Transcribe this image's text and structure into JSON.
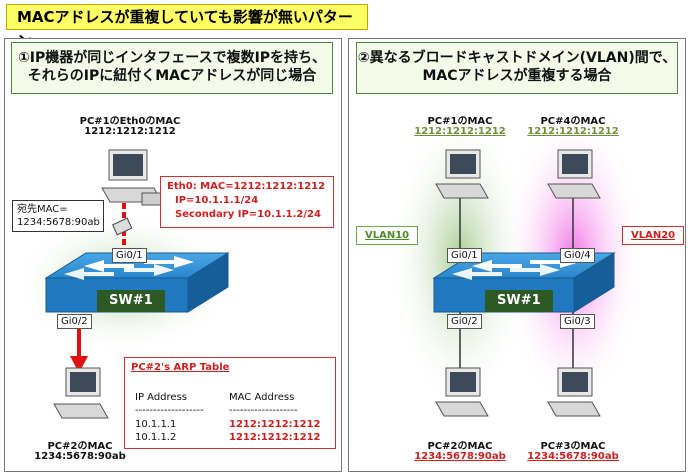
{
  "title": "MACアドレスが重複していても影響が無いパターン",
  "left": {
    "header_line1": "①IP機器が同じインタフェースで複数IPを持ち、",
    "header_line2": "それらのIPに紐付くMACアドレスが同じ場合",
    "pc1_label": "PC#1のEth0のMAC",
    "pc1_mac": "1212:1212:1212",
    "eth0_lines": [
      "Eth0: MAC=1212:1212:1212",
      "IP=10.1.1.1/24",
      "Secondary IP=10.1.1.2/24"
    ],
    "dest_mac_label": "宛先MAC=",
    "dest_mac_value": "1234:5678:90ab",
    "switch_label": "SW#1",
    "port_top": "Gi0/1",
    "port_left": "Gi0/2",
    "arp": {
      "title": "PC#2's ARP Table",
      "col_ip": "IP Address",
      "col_mac": "MAC Address",
      "sep_ip": "-------------------",
      "sep_mac": "-------------------",
      "rows": [
        {
          "ip": "10.1.1.1",
          "mac": "1212:1212:1212"
        },
        {
          "ip": "10.1.1.2",
          "mac": "1212:1212:1212"
        }
      ]
    },
    "pc2_label": "PC#2のMAC",
    "pc2_mac": "1234:5678:90ab"
  },
  "right": {
    "header_line1": "②異なるブロードキャストドメイン(VLAN)間で、",
    "header_line2": "MACアドレスが重複する場合",
    "pc1_label": "PC#1のMAC",
    "pc1_mac": "1212:1212:1212",
    "pc4_label": "PC#4のMAC",
    "pc4_mac": "1212:1212:1212",
    "vlan10": "VLAN10",
    "vlan20": "VLAN20",
    "switch_label": "SW#1",
    "port_gi01": "Gi0/1",
    "port_gi04": "Gi0/4",
    "port_gi02": "Gi0/2",
    "port_gi03": "Gi0/3",
    "pc2_label": "PC#2のMAC",
    "pc2_mac": "1234:5678:90ab",
    "pc3_label": "PC#3のMAC",
    "pc3_mac": "1234:5678:90ab"
  },
  "colors": {
    "title_bg": "#ffff66",
    "header_border": "#4a8a3a",
    "accent_red": "#cc2020",
    "mac_green": "#6f8f3a",
    "switch_blue": "#1f7fc7"
  }
}
